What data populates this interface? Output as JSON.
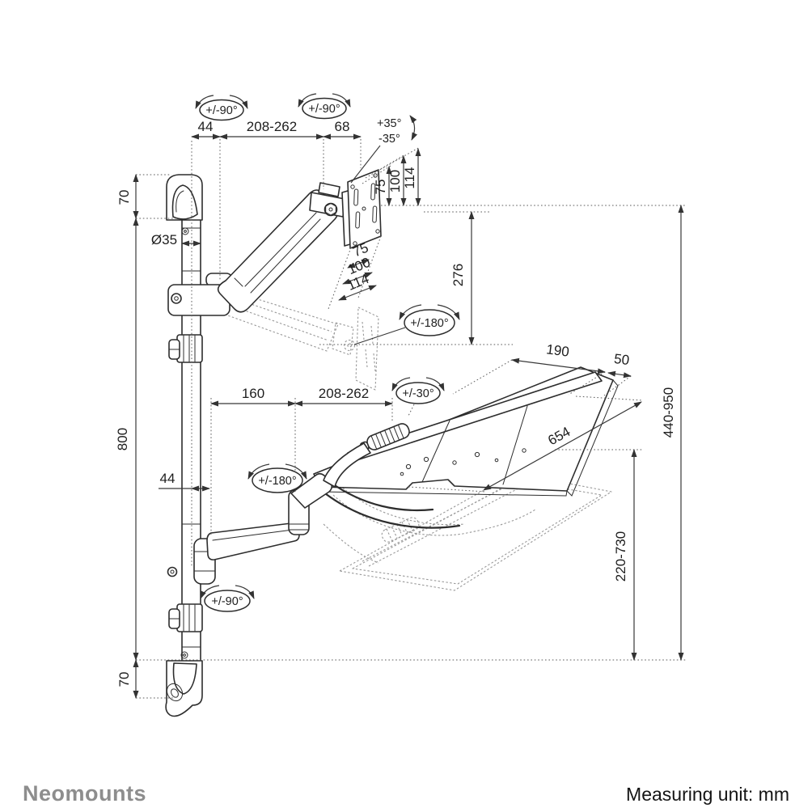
{
  "drawing": {
    "product": "wall-mounted-monitor-arm-with-keyboard-tray",
    "colors": {
      "line": "#2d2d2d",
      "ghost_line": "#999999",
      "dimension": "#383838",
      "brand_gray": "#8d8d8d",
      "text": "#1e1e1e",
      "background": "#ffffff"
    }
  },
  "labels": {
    "top": {
      "rot_left": "+/-90°",
      "rot_right": "+/-90°",
      "d44": "44",
      "d208": "208-262",
      "d68": "68",
      "tilt_up": "+35°",
      "tilt_down": "-35°"
    },
    "vesa_side": {
      "d75": "75",
      "d100": "100",
      "d114": "114"
    },
    "vesa_width": {
      "d75": "75",
      "d100": "100",
      "d114": "114"
    },
    "left": {
      "d70_top": "70",
      "d35": "Ø35",
      "d800": "800",
      "d44": "44",
      "d70_bottom": "70"
    },
    "middle": {
      "d276": "276",
      "rot180_upper": "+/-180°",
      "d160": "160",
      "d208": "208-262",
      "rot30": "+/-30°",
      "rot180_lower": "+/-180°",
      "rot90_bottom": "+/-90°"
    },
    "tray": {
      "d190": "190",
      "d50": "50",
      "d654": "654"
    },
    "right": {
      "d440_950": "440-950",
      "d220_730": "220-730"
    }
  },
  "footer": {
    "brand": "Neomounts",
    "unit": "Measuring unit: mm"
  }
}
